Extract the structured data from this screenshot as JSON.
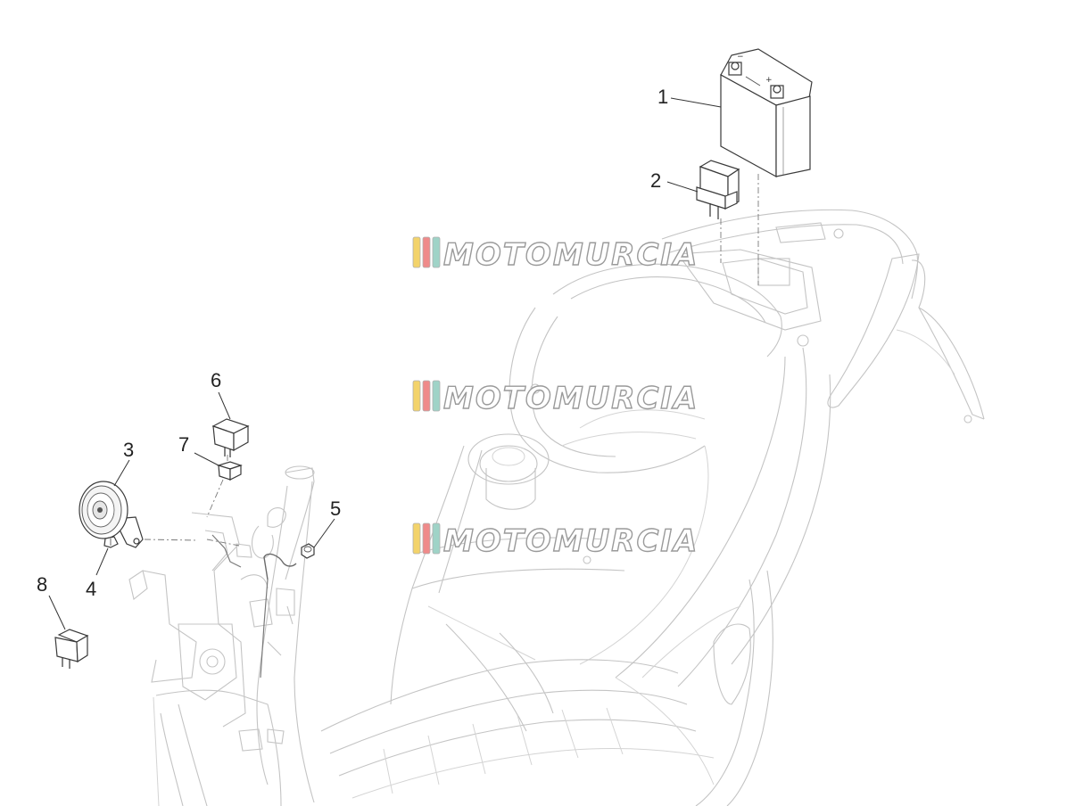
{
  "callouts": [
    {
      "id": "1",
      "label": "1"
    },
    {
      "id": "2",
      "label": "2"
    },
    {
      "id": "3",
      "label": "3"
    },
    {
      "id": "4",
      "label": "4"
    },
    {
      "id": "5",
      "label": "5"
    },
    {
      "id": "6",
      "label": "6"
    },
    {
      "id": "7",
      "label": "7"
    },
    {
      "id": "8",
      "label": "8"
    }
  ],
  "watermark": {
    "text": "MOTOMURCIA",
    "stripe_colors": [
      "#f3d36b",
      "#ef8a8a",
      "#9fd3c7"
    ]
  },
  "colors": {
    "outline": "#c4c4c4",
    "part": "#3a3a3a",
    "part_fill": "#ffffff"
  }
}
